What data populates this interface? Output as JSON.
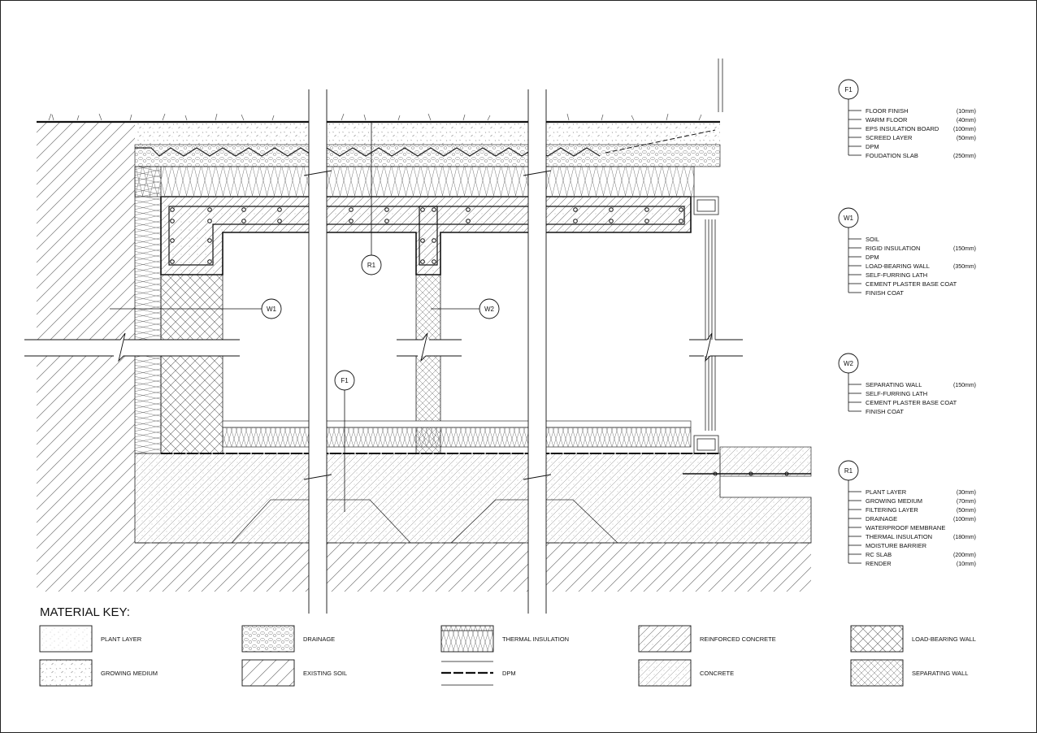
{
  "tags": {
    "R1": "R1",
    "W1": "W1",
    "W2": "W2",
    "F1": "F1"
  },
  "legends": [
    {
      "id": "F1",
      "items": [
        {
          "label": "FLOOR FINISH",
          "value": "(10mm)"
        },
        {
          "label": "WARM FLOOR",
          "value": "(40mm)"
        },
        {
          "label": "EPS INSULATION BOARD",
          "value": "(100mm)"
        },
        {
          "label": "SCREED LAYER",
          "value": "(50mm)"
        },
        {
          "label": "DPM",
          "value": ""
        },
        {
          "label": "FOUDATION SLAB",
          "value": "(250mm)"
        }
      ]
    },
    {
      "id": "W1",
      "items": [
        {
          "label": "SOIL",
          "value": ""
        },
        {
          "label": "RIGID INSULATION",
          "value": "(150mm)"
        },
        {
          "label": "DPM",
          "value": ""
        },
        {
          "label": "LOAD-BEARING WALL",
          "value": "(350mm)"
        },
        {
          "label": "SELF-FURRING LATH",
          "value": ""
        },
        {
          "label": "CEMENT PLASTER BASE COAT",
          "value": ""
        },
        {
          "label": "FINISH COAT",
          "value": ""
        }
      ]
    },
    {
      "id": "W2",
      "items": [
        {
          "label": "SEPARATING WALL",
          "value": "(150mm)"
        },
        {
          "label": "SELF-FURRING LATH",
          "value": ""
        },
        {
          "label": "CEMENT PLASTER BASE COAT",
          "value": ""
        },
        {
          "label": "FINISH COAT",
          "value": ""
        }
      ]
    },
    {
      "id": "R1",
      "items": [
        {
          "label": "PLANT LAYER",
          "value": "(30mm)"
        },
        {
          "label": "GROWING MEDIUM",
          "value": "(70mm)"
        },
        {
          "label": "FILTERING LAYER",
          "value": "(50mm)"
        },
        {
          "label": "DRAINAGE",
          "value": "(100mm)"
        },
        {
          "label": "WATERPROOF MEMBRANE",
          "value": ""
        },
        {
          "label": "THERMAL INSULATION",
          "value": "(180mm)"
        },
        {
          "label": "MOISTURE BARRIER",
          "value": ""
        },
        {
          "label": "RC SLAB",
          "value": "(200mm)"
        },
        {
          "label": "RENDER",
          "value": "(10mm)"
        }
      ]
    }
  ],
  "material_key": {
    "title": "MATERIAL KEY:",
    "items": [
      {
        "label": "PLANT LAYER",
        "pattern": "plant"
      },
      {
        "label": "DRAINAGE",
        "pattern": "drainage"
      },
      {
        "label": "THERMAL INSULATION",
        "pattern": "insulation"
      },
      {
        "label": "REINFORCED CONCRETE",
        "pattern": "rconcrete"
      },
      {
        "label": "LOAD-BEARING WALL",
        "pattern": "crosshatch"
      },
      {
        "label": "GROWING MEDIUM",
        "pattern": "growing"
      },
      {
        "label": "EXISTING SOIL",
        "pattern": "soil"
      },
      {
        "label": "DPM",
        "pattern": "dpm"
      },
      {
        "label": "CONCRETE",
        "pattern": "concrete"
      },
      {
        "label": "SEPARATING WALL",
        "pattern": "crosshatch2"
      }
    ]
  }
}
